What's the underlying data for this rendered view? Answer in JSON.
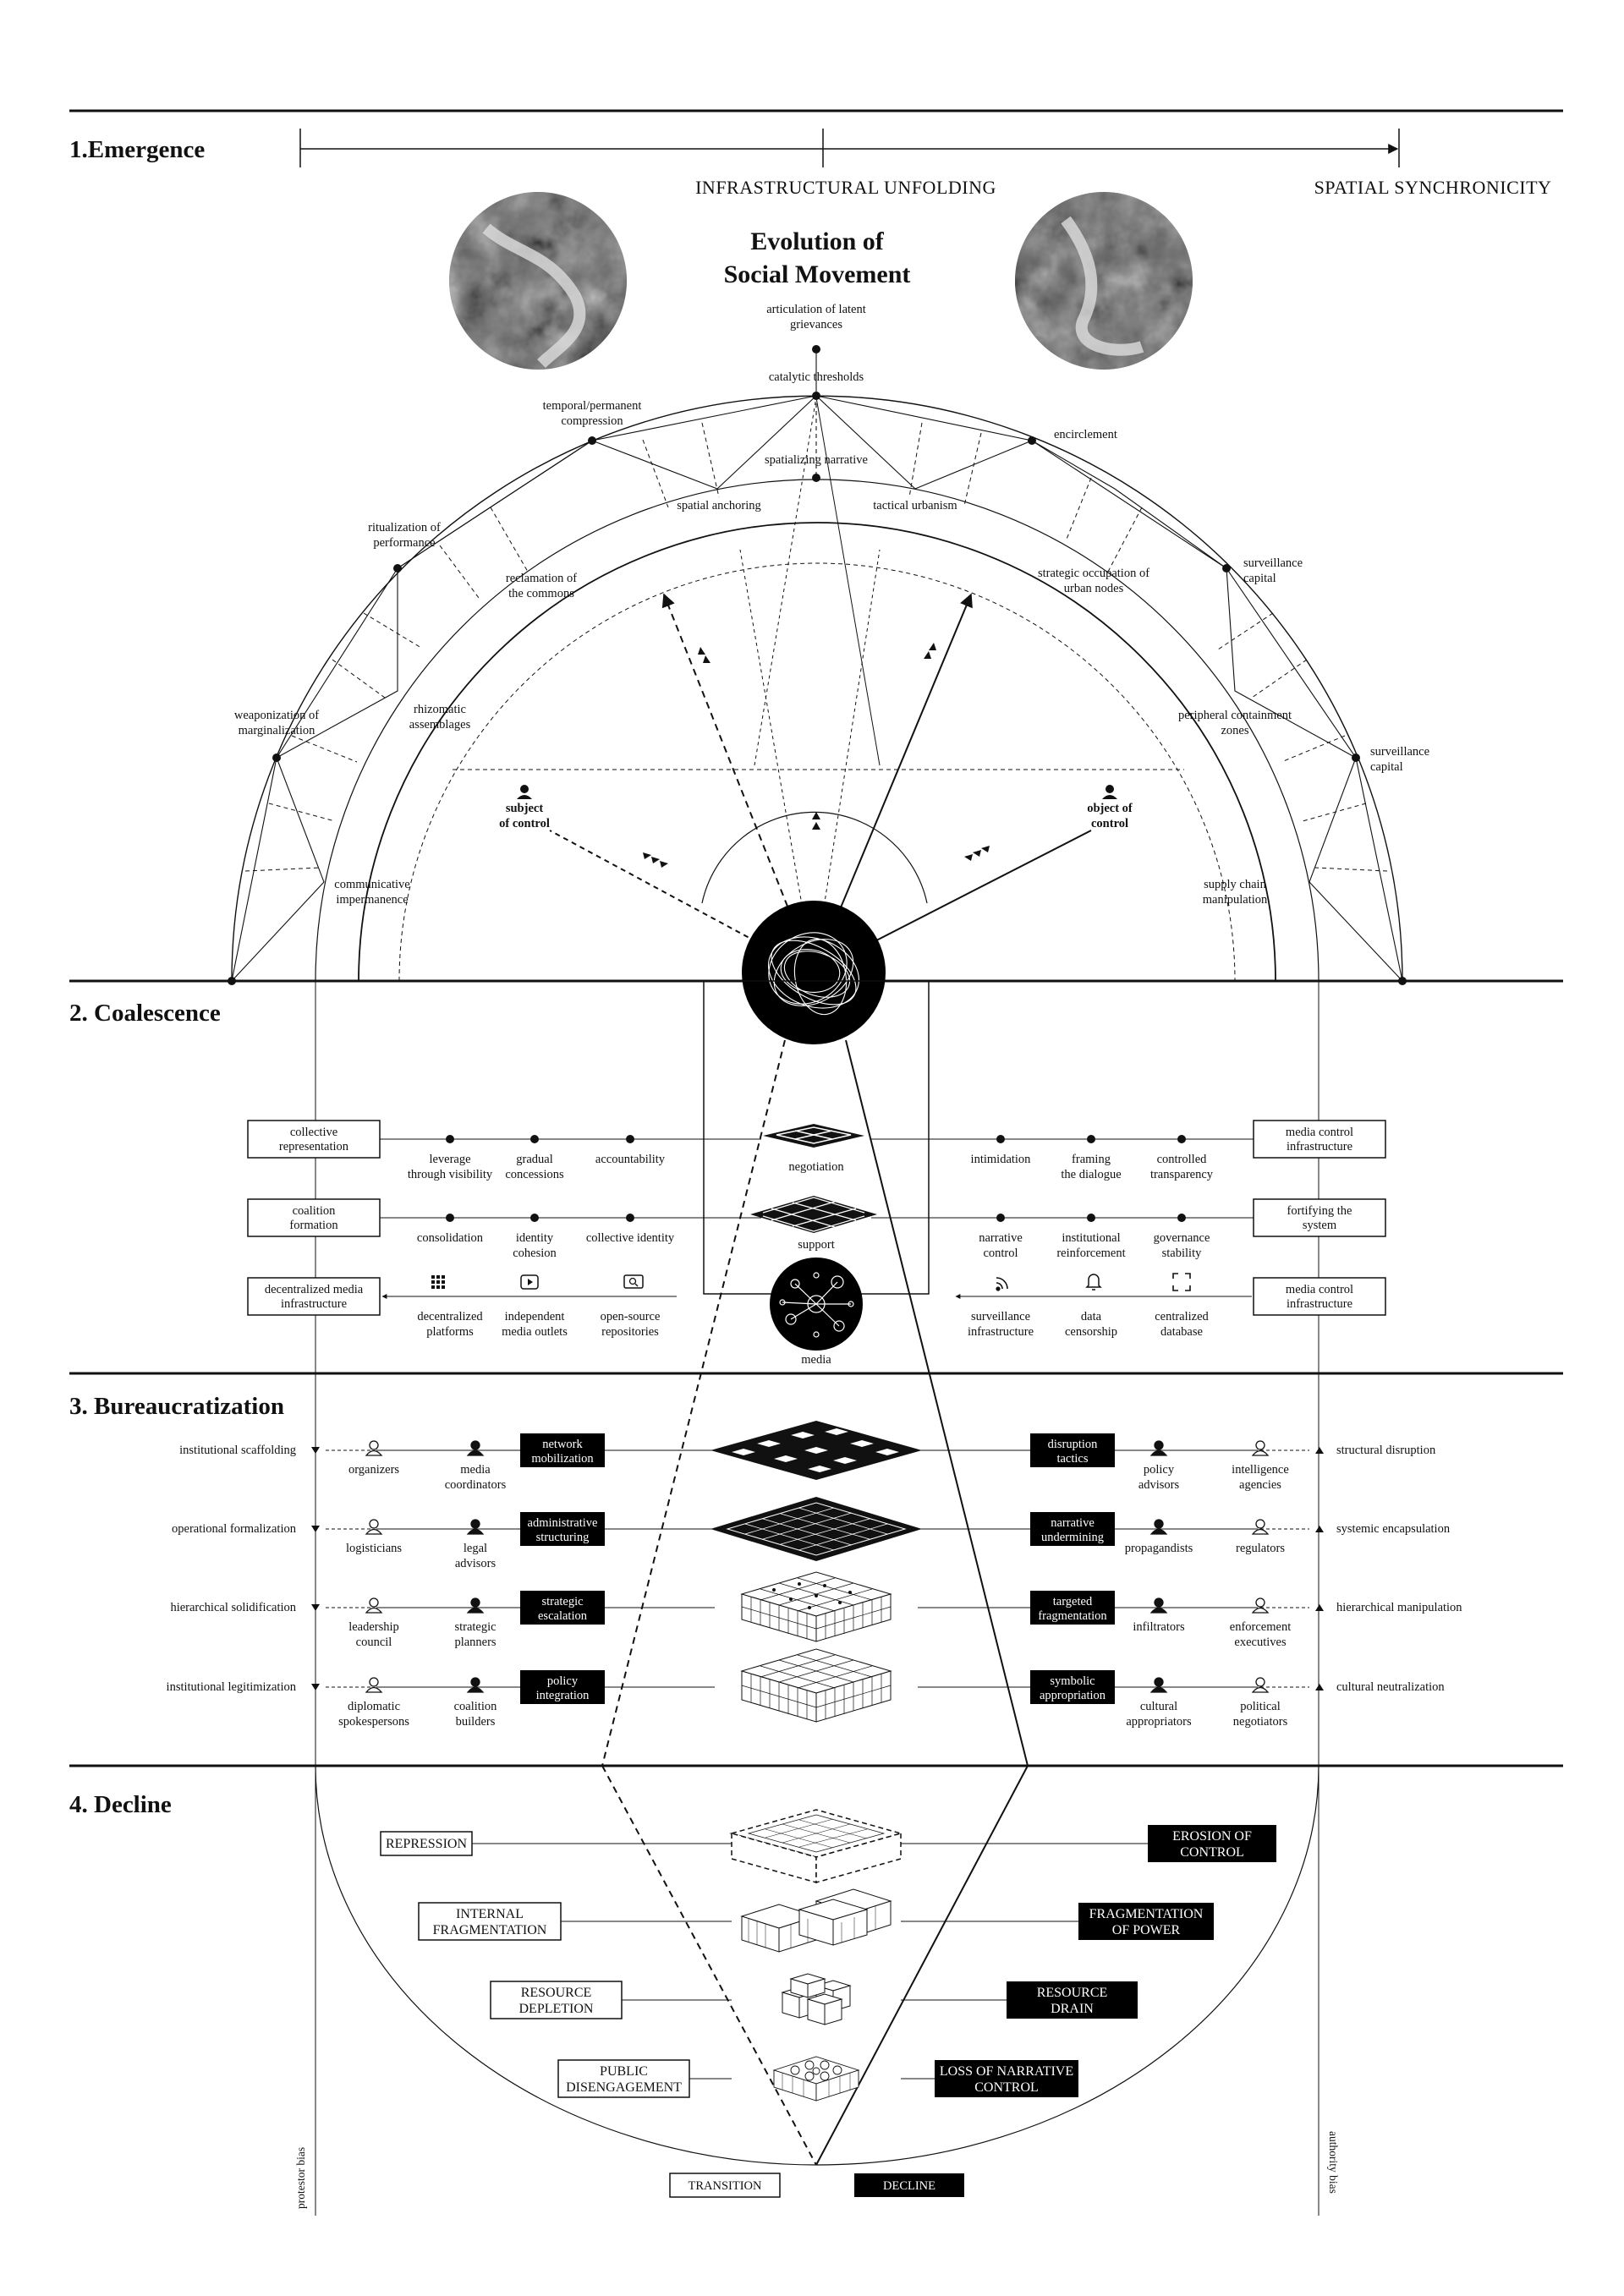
{
  "sections": {
    "emergence": "1.Emergence",
    "coalescence": "2. Coalescence",
    "bureaucratization": "3. Bureaucratization",
    "decline": "4. Decline"
  },
  "timeline": {
    "infrastructural": "INFRASTRUCTURAL UNFOLDING",
    "spatial": "SPATIAL SYNCHRONICITY"
  },
  "title": [
    "Evolution of",
    "Social Movement"
  ],
  "emergence": {
    "apex_labels": [
      [
        "articulation of latent",
        "grievances"
      ],
      [
        "catalytic thresholds"
      ],
      [
        "spatializing narrative"
      ]
    ],
    "protester_labels": [
      [
        "temporal/permanent",
        "compression"
      ],
      [
        "ritualization of",
        "performance"
      ],
      [
        "weaponization of",
        "marginalization"
      ],
      [
        "spatial anchoring"
      ],
      [
        "reclamation of",
        "the commons"
      ],
      [
        "rhizomatic",
        "assemblages"
      ],
      [
        "communicative",
        "impermanence"
      ]
    ],
    "authority_labels": [
      [
        "encirclement"
      ],
      [
        "surveillance",
        "capital"
      ],
      [
        "surveillance",
        "capital"
      ],
      [
        "tactical urbanism"
      ],
      [
        "strategic occupation of",
        "urban nodes"
      ],
      [
        "peripheral containment",
        "zones"
      ],
      [
        "supply chain",
        "manipulation"
      ]
    ],
    "subject": [
      "subject",
      "of control"
    ],
    "object": [
      "object of",
      "control"
    ]
  },
  "coalescence": {
    "rows": [
      {
        "left_box": [
          "collective",
          "representation"
        ],
        "left_items": [
          [
            "leverage",
            "through visibility"
          ],
          [
            "gradual",
            "concessions"
          ],
          [
            "accountability"
          ]
        ],
        "center": "negotiation",
        "right_items": [
          [
            "intimidation"
          ],
          [
            "framing",
            "the dialogue"
          ],
          [
            "controlled",
            "transparency"
          ]
        ],
        "right_box": [
          "media control",
          "infrastructure"
        ]
      },
      {
        "left_box": [
          "coalition",
          "formation"
        ],
        "left_items": [
          [
            "consolidation"
          ],
          [
            "identity",
            "cohesion"
          ],
          [
            "collective identity"
          ]
        ],
        "center": "support",
        "right_items": [
          [
            "narrative",
            "control"
          ],
          [
            "institutional",
            "reinforcement"
          ],
          [
            "governance",
            "stability"
          ]
        ],
        "right_box": [
          "fortifying the",
          "system"
        ]
      },
      {
        "left_box": [
          "decentralized media",
          "infrastructure"
        ],
        "left_items": [
          [
            "decentralized",
            "platforms"
          ],
          [
            "independent",
            "media outlets"
          ],
          [
            "open-source",
            "repositories"
          ]
        ],
        "center": "media",
        "right_items": [
          [
            "surveillance",
            "infrastructure"
          ],
          [
            "data",
            "censorship"
          ],
          [
            "centralized",
            "database"
          ]
        ],
        "right_box": [
          "media control",
          "infrastructure"
        ]
      }
    ],
    "left_icons": [
      "grid-app-icon",
      "play-video-icon",
      "search-box-icon"
    ],
    "right_icons": [
      "rss-feed-icon",
      "bell-icon",
      "focus-frame-icon"
    ]
  },
  "bureaucratization": {
    "rows": [
      {
        "left_label": "institutional scaffolding",
        "p1": [
          "organizers"
        ],
        "p2": [
          "media",
          "coordinators"
        ],
        "left_box": [
          "network",
          "mobilization"
        ],
        "right_box": [
          "disruption",
          "tactics"
        ],
        "a1": [
          "policy",
          "advisors"
        ],
        "a2": [
          "intelligence",
          "agencies"
        ],
        "right_label": "structural disruption"
      },
      {
        "left_label": "operational formalization",
        "p1": [
          "logisticians"
        ],
        "p2": [
          "legal",
          "advisors"
        ],
        "left_box": [
          "administrative",
          "structuring"
        ],
        "right_box": [
          "narrative",
          "undermining"
        ],
        "a1": [
          "propagandists"
        ],
        "a2": [
          "regulators"
        ],
        "right_label": "systemic encapsulation"
      },
      {
        "left_label": "hierarchical solidification",
        "p1": [
          "leadership",
          "council"
        ],
        "p2": [
          "strategic",
          "planners"
        ],
        "left_box": [
          "strategic",
          "escalation"
        ],
        "right_box": [
          "targeted",
          "fragmentation"
        ],
        "a1": [
          "infiltrators"
        ],
        "a2": [
          "enforcement",
          "executives"
        ],
        "right_label": "hierarchical manipulation"
      },
      {
        "left_label": "institutional legitimization",
        "p1": [
          "diplomatic",
          "spokespersons"
        ],
        "p2": [
          "coalition",
          "builders"
        ],
        "left_box": [
          "policy",
          "integration"
        ],
        "right_box": [
          "symbolic",
          "appropriation"
        ],
        "a1": [
          "cultural",
          "appropriators"
        ],
        "a2": [
          "political",
          "negotiators"
        ],
        "right_label": "cultural neutralization"
      }
    ]
  },
  "decline": {
    "rows": [
      {
        "left": [
          "REPRESSION"
        ],
        "right": [
          "EROSION OF",
          "CONTROL"
        ]
      },
      {
        "left": [
          "INTERNAL",
          "FRAGMENTATION"
        ],
        "right": [
          "FRAGMENTATION",
          "OF POWER"
        ]
      },
      {
        "left": [
          "RESOURCE",
          "DEPLETION"
        ],
        "right": [
          "RESOURCE",
          "DRAIN"
        ]
      },
      {
        "left": [
          "PUBLIC",
          "DISENGAGEMENT"
        ],
        "right": [
          "LOSS OF NARRATIVE",
          "CONTROL"
        ]
      }
    ]
  },
  "legend": {
    "transition": "TRANSITION",
    "decline": "DECLINE"
  },
  "axes": {
    "protester": "protestor bias",
    "authority": "authority bias"
  },
  "colors": {
    "ink": "#111111",
    "paper": "#ffffff"
  }
}
